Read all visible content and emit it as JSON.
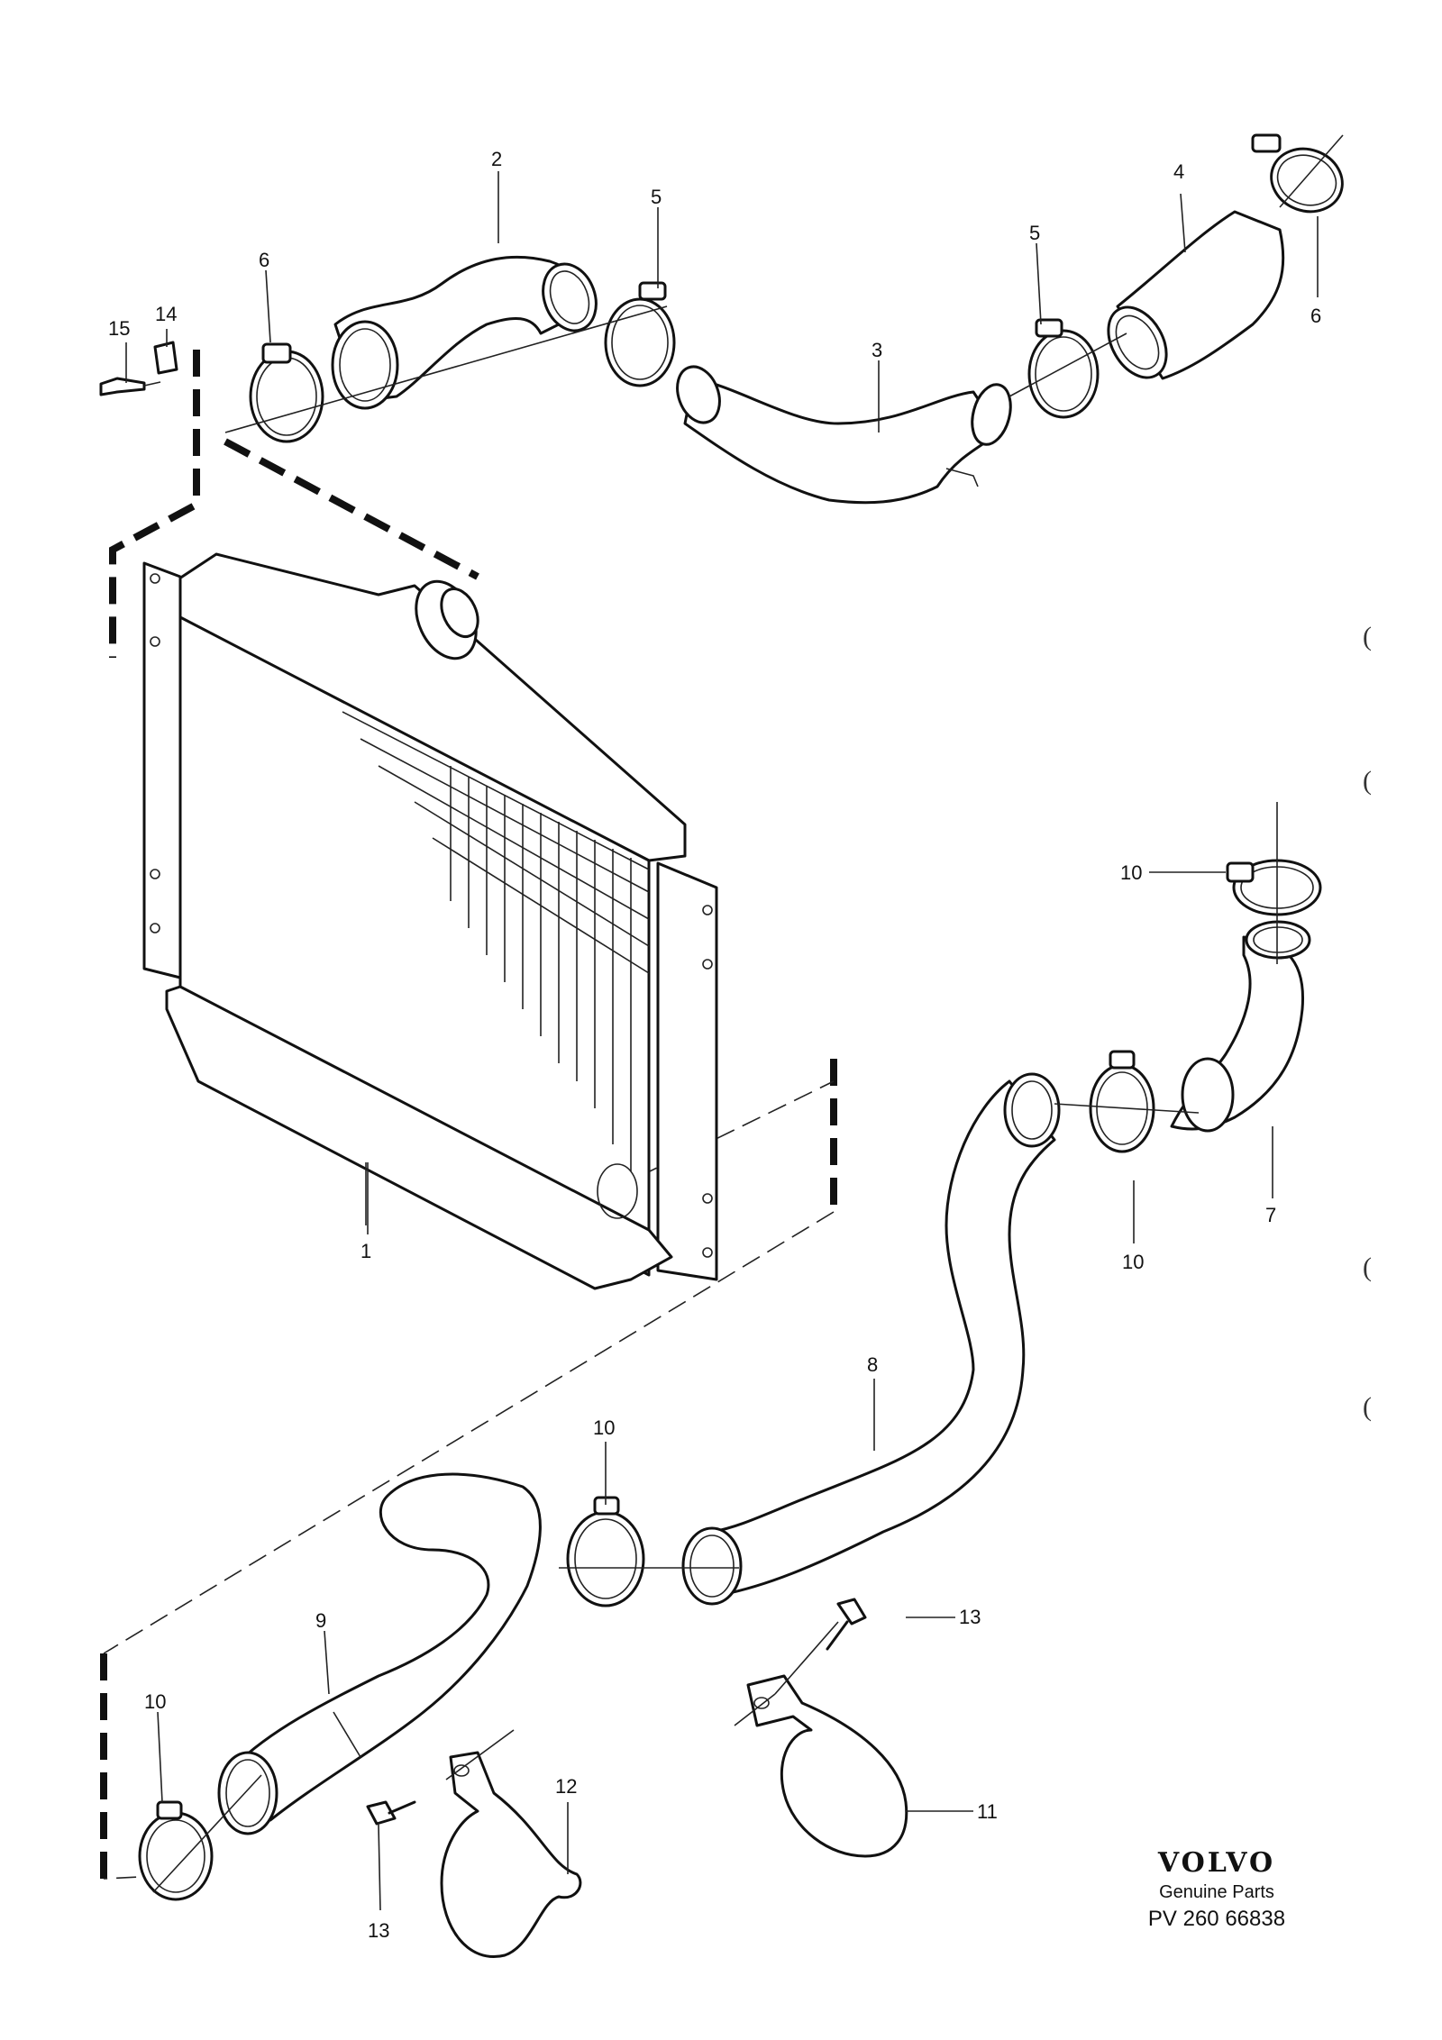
{
  "diagram": {
    "callouts": [
      {
        "id": "c1",
        "text": "1"
      },
      {
        "id": "c2",
        "text": "2"
      },
      {
        "id": "c3",
        "text": "3"
      },
      {
        "id": "c4",
        "text": "4"
      },
      {
        "id": "c5a",
        "text": "5"
      },
      {
        "id": "c5b",
        "text": "5"
      },
      {
        "id": "c6a",
        "text": "6"
      },
      {
        "id": "c6b",
        "text": "6"
      },
      {
        "id": "c7",
        "text": "7"
      },
      {
        "id": "c8",
        "text": "8"
      },
      {
        "id": "c9",
        "text": "9"
      },
      {
        "id": "c10a",
        "text": "10"
      },
      {
        "id": "c10b",
        "text": "10"
      },
      {
        "id": "c10c",
        "text": "10"
      },
      {
        "id": "c10d",
        "text": "10"
      },
      {
        "id": "c11",
        "text": "11"
      },
      {
        "id": "c12",
        "text": "12"
      },
      {
        "id": "c13a",
        "text": "13"
      },
      {
        "id": "c13b",
        "text": "13"
      },
      {
        "id": "c14",
        "text": "14"
      },
      {
        "id": "c15",
        "text": "15"
      }
    ]
  },
  "branding": {
    "logo": "VOLVO",
    "subtitle": "Genuine Parts",
    "reference": "PV 260 66838"
  },
  "margin_marks": [
    "(",
    "(",
    "(",
    "("
  ]
}
